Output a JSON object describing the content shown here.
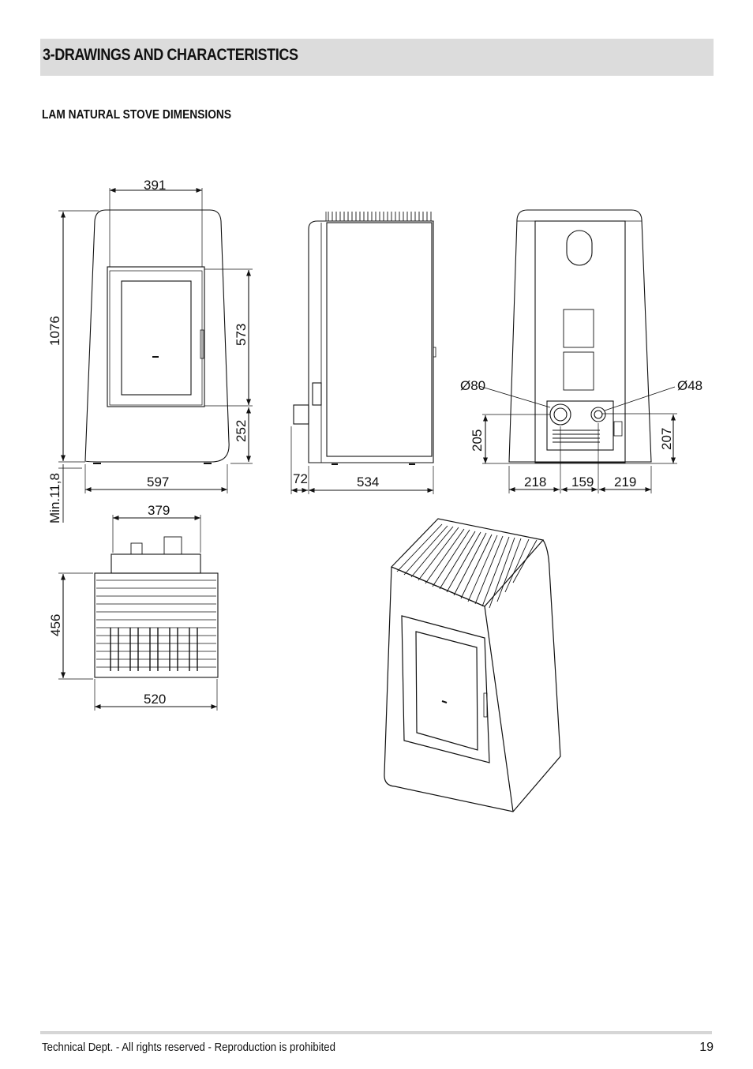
{
  "header": {
    "title": "3-DRAWINGS AND CHARACTERISTICS"
  },
  "section": {
    "subtitle": "LAM NATURAL STOVE DIMENSIONS"
  },
  "dimensions": {
    "front_width_top": "391",
    "front_height": "1076",
    "door_height": "573",
    "base_to_door": "252",
    "front_width": "597",
    "min_clearance": "Min.11,8",
    "side_offset": "72",
    "side_depth": "534",
    "flue_diameter": "Ø80",
    "air_inlet_diameter": "Ø48",
    "flue_height": "205",
    "air_inlet_height": "207",
    "flue_left": "218",
    "flue_spacing": "159",
    "air_inlet_right": "219",
    "top_width": "379",
    "top_depth": "456",
    "top_total_width": "520"
  },
  "footer": {
    "text": "Technical Dept. - All rights reserved - Reproduction is prohibited",
    "page_number": "19"
  }
}
